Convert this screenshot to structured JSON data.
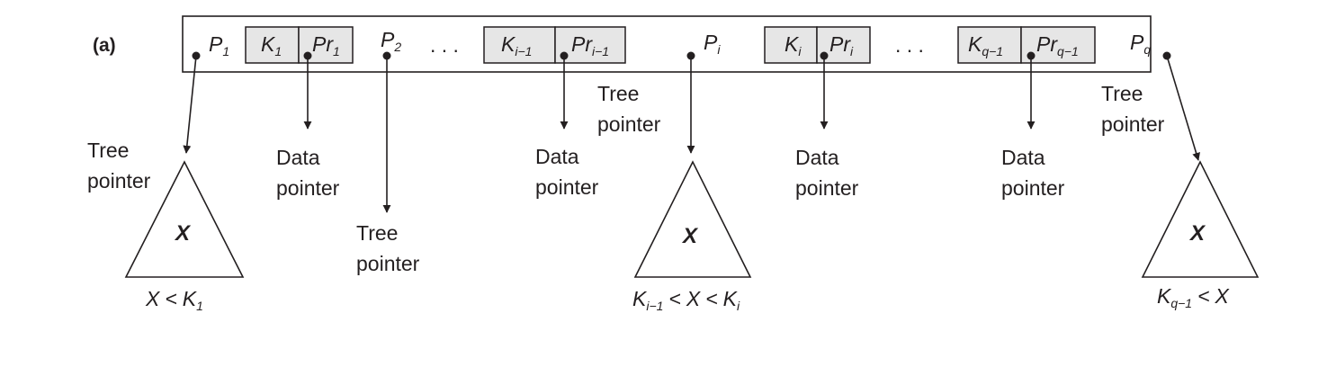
{
  "panel_label": "(a)",
  "node": {
    "p": "P",
    "sub_1": "1",
    "sub_2": "2",
    "sub_i": "i",
    "sub_q": "q",
    "k": "K",
    "pr": "Pr",
    "sub_i_minus_1": "i−1",
    "sub_q_minus_1": "q−1",
    "ellipsis": ". . ."
  },
  "labels": {
    "tree": "Tree",
    "data": "Data",
    "pointer": "pointer"
  },
  "subtrees": {
    "symbol": "X",
    "less_than": "<"
  }
}
